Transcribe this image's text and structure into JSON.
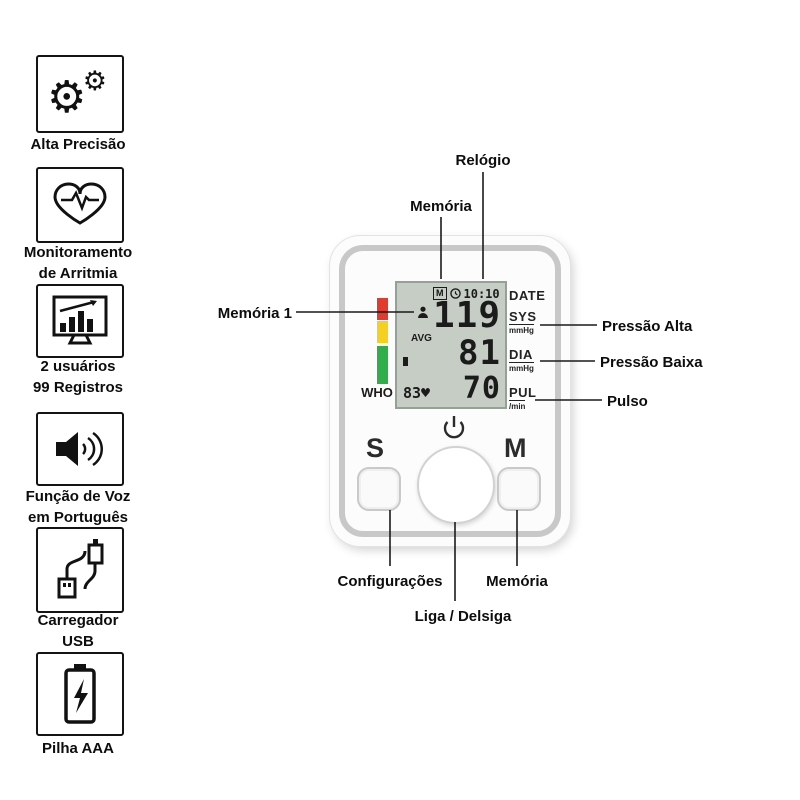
{
  "sidebar": {
    "features": [
      {
        "label": "Alta Precisão"
      },
      {
        "label": "Monitoramento\nde Arritmia"
      },
      {
        "label": "2  usuários\n99 Registros"
      },
      {
        "label": "Função de Voz\nem Português"
      },
      {
        "label": "Carregador\nUSB"
      },
      {
        "label": "Pilha AAA"
      }
    ]
  },
  "device": {
    "display": {
      "memory_flag": "M",
      "time": "10:10",
      "sys_value": "119",
      "dia_value": "81",
      "pul_value": "70",
      "pulse_small": "83♥",
      "avg": "AVG",
      "who": "WHO"
    },
    "panel_labels": {
      "date": "DATE",
      "sys": "SYS",
      "sys_unit": "mmHg",
      "dia": "DIA",
      "dia_unit": "mmHg",
      "pul": "PUL",
      "pul_unit": "/min"
    },
    "buttons": {
      "settings": "S",
      "memory": "M"
    }
  },
  "annotations": {
    "clock": "Relógio",
    "memory_top": "Memória",
    "memory1": "Memória 1",
    "sys": "Pressão Alta",
    "dia": "Pressão Baixa",
    "pulse": "Pulso",
    "settings": "Configurações",
    "memory_button": "Memória",
    "power": "Liga / Delsiga"
  },
  "colors": {
    "lcd_bg": "#c6cdc5",
    "strip_red": "#e23b2e",
    "strip_yellow": "#f6d01f",
    "strip_green": "#2fae4a",
    "device_ring": "#c8c8c8"
  }
}
